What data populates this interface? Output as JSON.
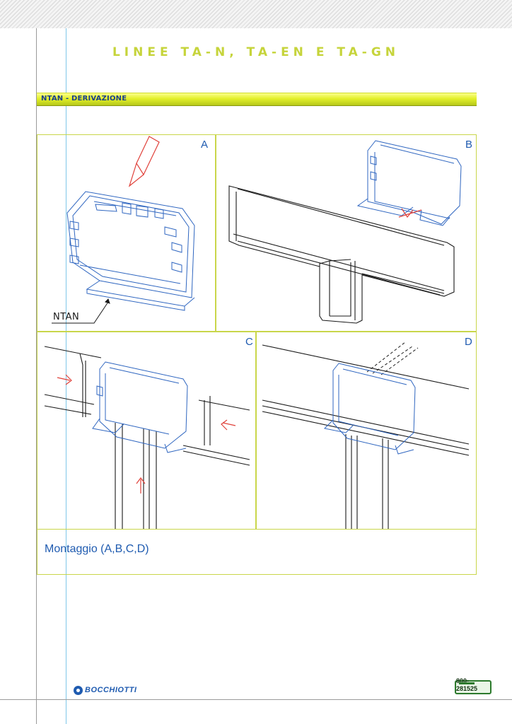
{
  "header": {
    "title": "LINEE TA-N, TA-EN E TA-GN"
  },
  "section": {
    "title": "NTAN - DERIVAZIONE"
  },
  "panels": {
    "a": {
      "letter": "A",
      "label": "NTAN"
    },
    "b": {
      "letter": "B"
    },
    "c": {
      "letter": "C"
    },
    "d": {
      "letter": "D"
    }
  },
  "caption": "Montaggio (A,B,C,D)",
  "footer": {
    "brand": "BOCCHIOTTI",
    "phone": "800-281525"
  },
  "colors": {
    "accent": "#c6d43b",
    "blue": "#1f5bb0",
    "red_arrow": "#e0413a",
    "frame": "#c9d64a"
  },
  "icons": {
    "logo": "bocchiotti-logo-icon",
    "phone": "phone-badge-icon"
  }
}
